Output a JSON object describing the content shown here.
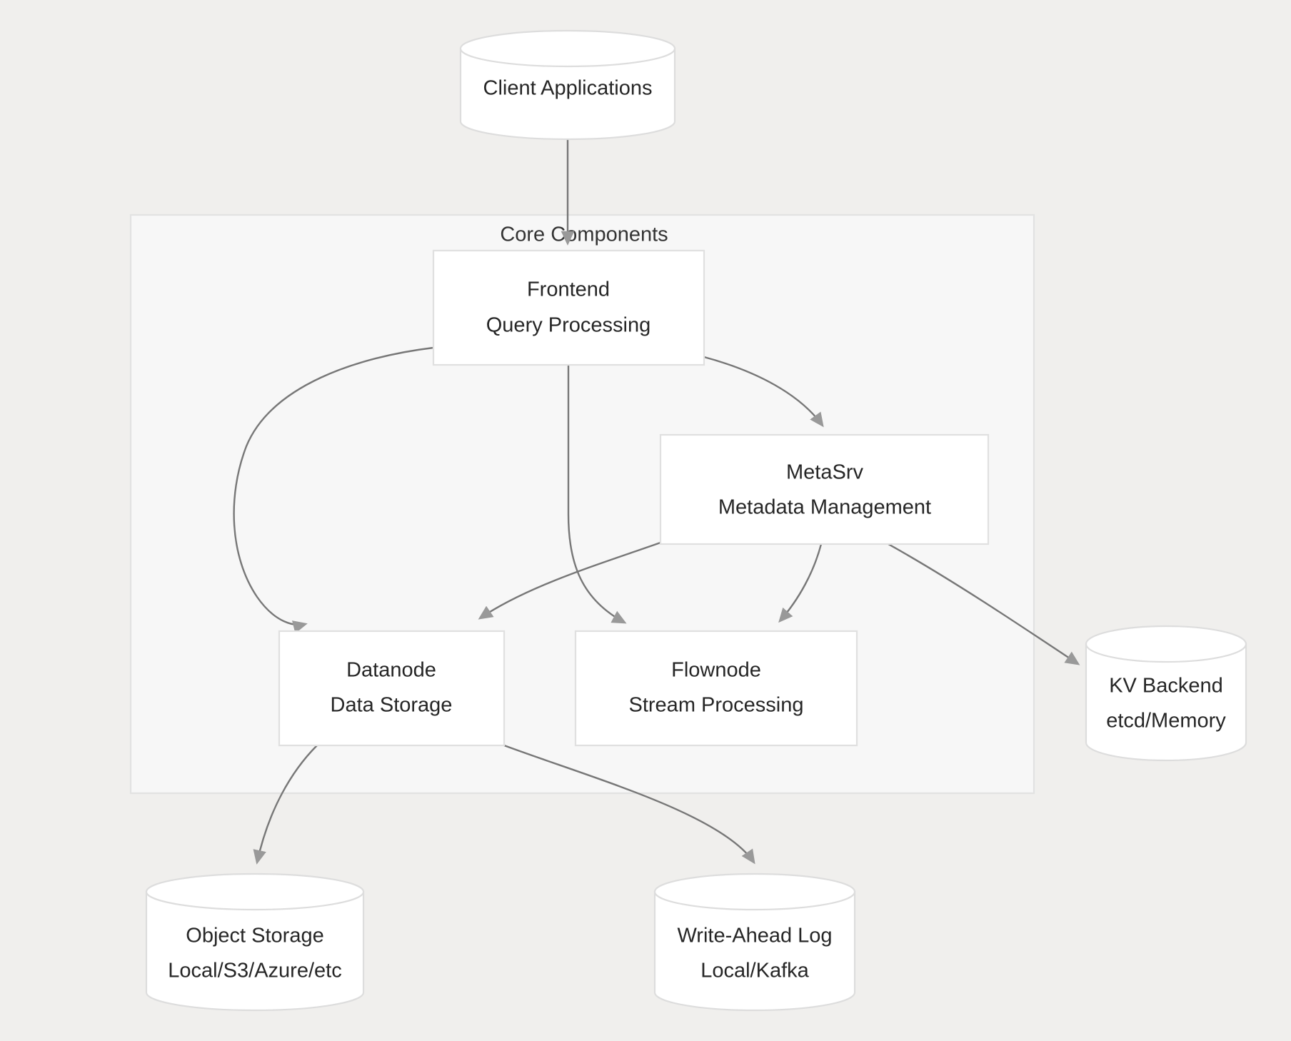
{
  "diagram": {
    "title_visible": false,
    "background_color": "#f0efed",
    "node_fill": "#ffffff",
    "node_stroke": "#e0e0e0",
    "cluster_fill": "#f7f7f7",
    "cluster_stroke": "#e2e2e2",
    "edge_color": "#777777",
    "arrow_color": "#999999",
    "text_color": "#262626"
  },
  "cluster": {
    "label": "Core Components"
  },
  "nodes": {
    "client_applications": {
      "shape": "cylinder",
      "line1": "Client Applications",
      "line2": ""
    },
    "frontend": {
      "shape": "rect",
      "line1": "Frontend",
      "line2": "Query Processing"
    },
    "metasrv": {
      "shape": "rect",
      "line1": "MetaSrv",
      "line2": "Metadata Management"
    },
    "datanode": {
      "shape": "rect",
      "line1": "Datanode",
      "line2": "Data Storage"
    },
    "flownode": {
      "shape": "rect",
      "line1": "Flownode",
      "line2": "Stream Processing"
    },
    "kv_backend": {
      "shape": "cylinder",
      "line1": "KV Backend",
      "line2": "etcd/Memory"
    },
    "object_storage": {
      "shape": "cylinder",
      "line1": "Object Storage",
      "line2": "Local/S3/Azure/etc"
    },
    "write_ahead_log": {
      "shape": "cylinder",
      "line1": "Write-Ahead Log",
      "line2": "Local/Kafka"
    }
  },
  "edges": [
    {
      "from": "client_applications",
      "to": "frontend",
      "label": ""
    },
    {
      "from": "frontend",
      "to": "datanode",
      "label": ""
    },
    {
      "from": "frontend",
      "to": "flownode",
      "label": ""
    },
    {
      "from": "frontend",
      "to": "metasrv",
      "label": ""
    },
    {
      "from": "metasrv",
      "to": "datanode",
      "label": ""
    },
    {
      "from": "metasrv",
      "to": "flownode",
      "label": ""
    },
    {
      "from": "metasrv",
      "to": "kv_backend",
      "label": ""
    },
    {
      "from": "datanode",
      "to": "object_storage",
      "label": ""
    },
    {
      "from": "datanode",
      "to": "write_ahead_log",
      "label": ""
    }
  ]
}
